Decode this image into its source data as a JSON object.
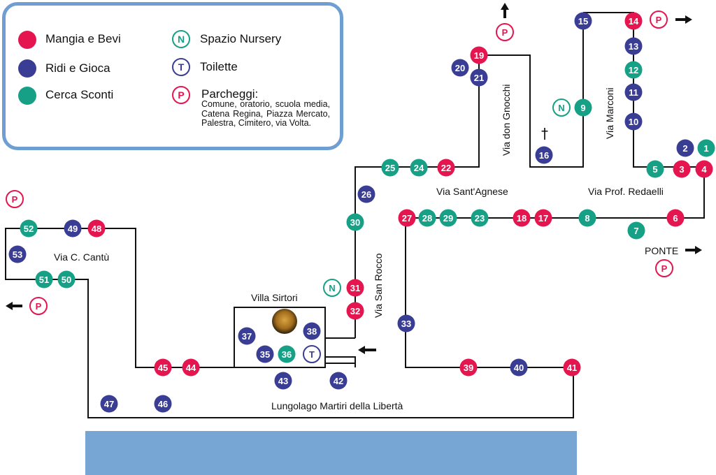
{
  "legend": {
    "items": [
      {
        "label": "Mangia e Bevi",
        "color": "#e5154f"
      },
      {
        "label": "Ridi e Gioca",
        "color": "#3a3d94"
      },
      {
        "label": "Cerca Sconti",
        "color": "#16a085"
      }
    ],
    "nursery": {
      "symbol": "N",
      "label": "Spazio Nursery",
      "color": "#16a085"
    },
    "toilets": {
      "symbol": "T",
      "label": "Toilette",
      "color": "#3a3d94"
    },
    "parking": {
      "symbol": "P",
      "label": "Parcheggi:",
      "detail": "Comune, oratorio, scuola media, Catena Regina, Piazza Mercato, Palestra, Cimitero, via Volta.",
      "color": "#e5154f"
    }
  },
  "streets": {
    "sant_agnese": "Via Sant'Agnese",
    "redaelli": "Via Prof. Redaelli",
    "cantu": "Via C. Cantù",
    "lungolago": "Lungolago Martiri della Libertà",
    "san_rocco": "Via San Rocco",
    "gnocchi": "Via don Gnocchi",
    "marconi": "Via Marconi",
    "ponte": "PONTE"
  },
  "villa": {
    "title": "Villa Sirtori"
  },
  "stops": [
    {
      "n": "1",
      "cat": "sconti"
    },
    {
      "n": "2",
      "cat": "gioca"
    },
    {
      "n": "3",
      "cat": "mangia"
    },
    {
      "n": "4",
      "cat": "mangia"
    },
    {
      "n": "5",
      "cat": "sconti"
    },
    {
      "n": "6",
      "cat": "mangia"
    },
    {
      "n": "7",
      "cat": "sconti"
    },
    {
      "n": "8",
      "cat": "sconti"
    },
    {
      "n": "9",
      "cat": "sconti"
    },
    {
      "n": "10",
      "cat": "gioca"
    },
    {
      "n": "11",
      "cat": "gioca"
    },
    {
      "n": "12",
      "cat": "sconti"
    },
    {
      "n": "13",
      "cat": "gioca"
    },
    {
      "n": "14",
      "cat": "mangia"
    },
    {
      "n": "15",
      "cat": "gioca"
    },
    {
      "n": "16",
      "cat": "gioca"
    },
    {
      "n": "17",
      "cat": "mangia"
    },
    {
      "n": "18",
      "cat": "mangia"
    },
    {
      "n": "19",
      "cat": "mangia"
    },
    {
      "n": "20",
      "cat": "gioca"
    },
    {
      "n": "21",
      "cat": "gioca"
    },
    {
      "n": "22",
      "cat": "mangia"
    },
    {
      "n": "23",
      "cat": "sconti"
    },
    {
      "n": "24",
      "cat": "sconti"
    },
    {
      "n": "25",
      "cat": "sconti"
    },
    {
      "n": "26",
      "cat": "gioca"
    },
    {
      "n": "27",
      "cat": "mangia"
    },
    {
      "n": "28",
      "cat": "sconti"
    },
    {
      "n": "29",
      "cat": "sconti"
    },
    {
      "n": "30",
      "cat": "sconti"
    },
    {
      "n": "31",
      "cat": "mangia"
    },
    {
      "n": "32",
      "cat": "mangia"
    },
    {
      "n": "33",
      "cat": "gioca"
    },
    {
      "n": "35",
      "cat": "gioca"
    },
    {
      "n": "36",
      "cat": "sconti"
    },
    {
      "n": "37",
      "cat": "gioca"
    },
    {
      "n": "38",
      "cat": "gioca"
    },
    {
      "n": "39",
      "cat": "mangia"
    },
    {
      "n": "40",
      "cat": "gioca"
    },
    {
      "n": "41",
      "cat": "mangia"
    },
    {
      "n": "42",
      "cat": "gioca"
    },
    {
      "n": "43",
      "cat": "gioca"
    },
    {
      "n": "44",
      "cat": "mangia"
    },
    {
      "n": "45",
      "cat": "mangia"
    },
    {
      "n": "46",
      "cat": "gioca"
    },
    {
      "n": "47",
      "cat": "gioca"
    },
    {
      "n": "48",
      "cat": "mangia"
    },
    {
      "n": "49",
      "cat": "gioca"
    },
    {
      "n": "50",
      "cat": "sconti"
    },
    {
      "n": "51",
      "cat": "sconti"
    },
    {
      "n": "52",
      "cat": "sconti"
    },
    {
      "n": "53",
      "cat": "gioca"
    }
  ],
  "markers": {
    "parking": "P",
    "nursery": "N",
    "toilet": "T",
    "church": "†"
  }
}
